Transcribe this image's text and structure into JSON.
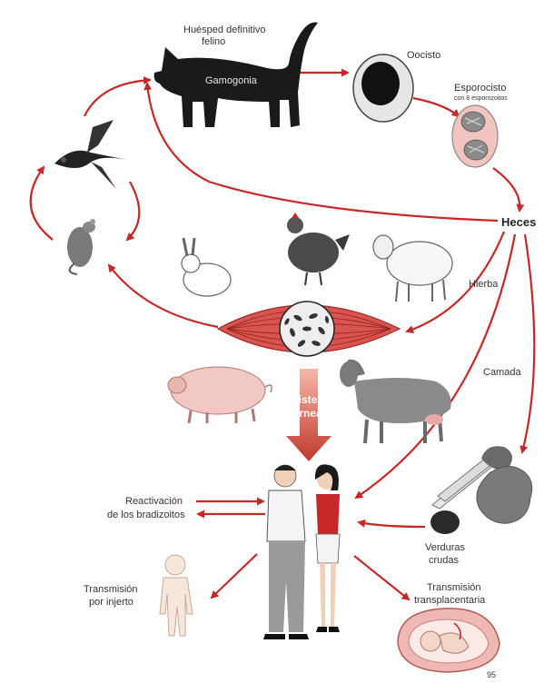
{
  "labels": {
    "definitive_host": [
      "Huésped definitivo",
      "felino"
    ],
    "gamogony": "Gamogonia",
    "oocyst": "Oocisto",
    "sporocyst": "Esporocisto",
    "sporocyst_sub": "con 8 esporozoitos",
    "feces": "Heces",
    "grass": "Hierba",
    "litter": "Camada",
    "meat_cysts": [
      "Quistes",
      "carnea"
    ],
    "reactivation": [
      "Reactivación",
      "de los bradizoitos"
    ],
    "graft": [
      "Transmisión",
      "por injerto"
    ],
    "vegetables": [
      "Verduras",
      "crudas"
    ],
    "transplacental": [
      "Transmisión",
      "transplacentaria"
    ],
    "page_number": "95"
  },
  "icons": [
    "cat-icon",
    "bird-icon",
    "rat-icon",
    "rabbit-icon",
    "chicken-icon",
    "sheep-icon",
    "muscle-cyst-icon",
    "pig-icon",
    "cow-icon",
    "man-icon",
    "woman-icon",
    "human-outline-icon",
    "vegetables-icon",
    "fetus-icon",
    "oocyst-icon",
    "sporocyst-icon"
  ],
  "colors": {
    "arrow": "#c62828",
    "cyst_band": "#d9534f",
    "big_arrow": "#c0392b"
  }
}
